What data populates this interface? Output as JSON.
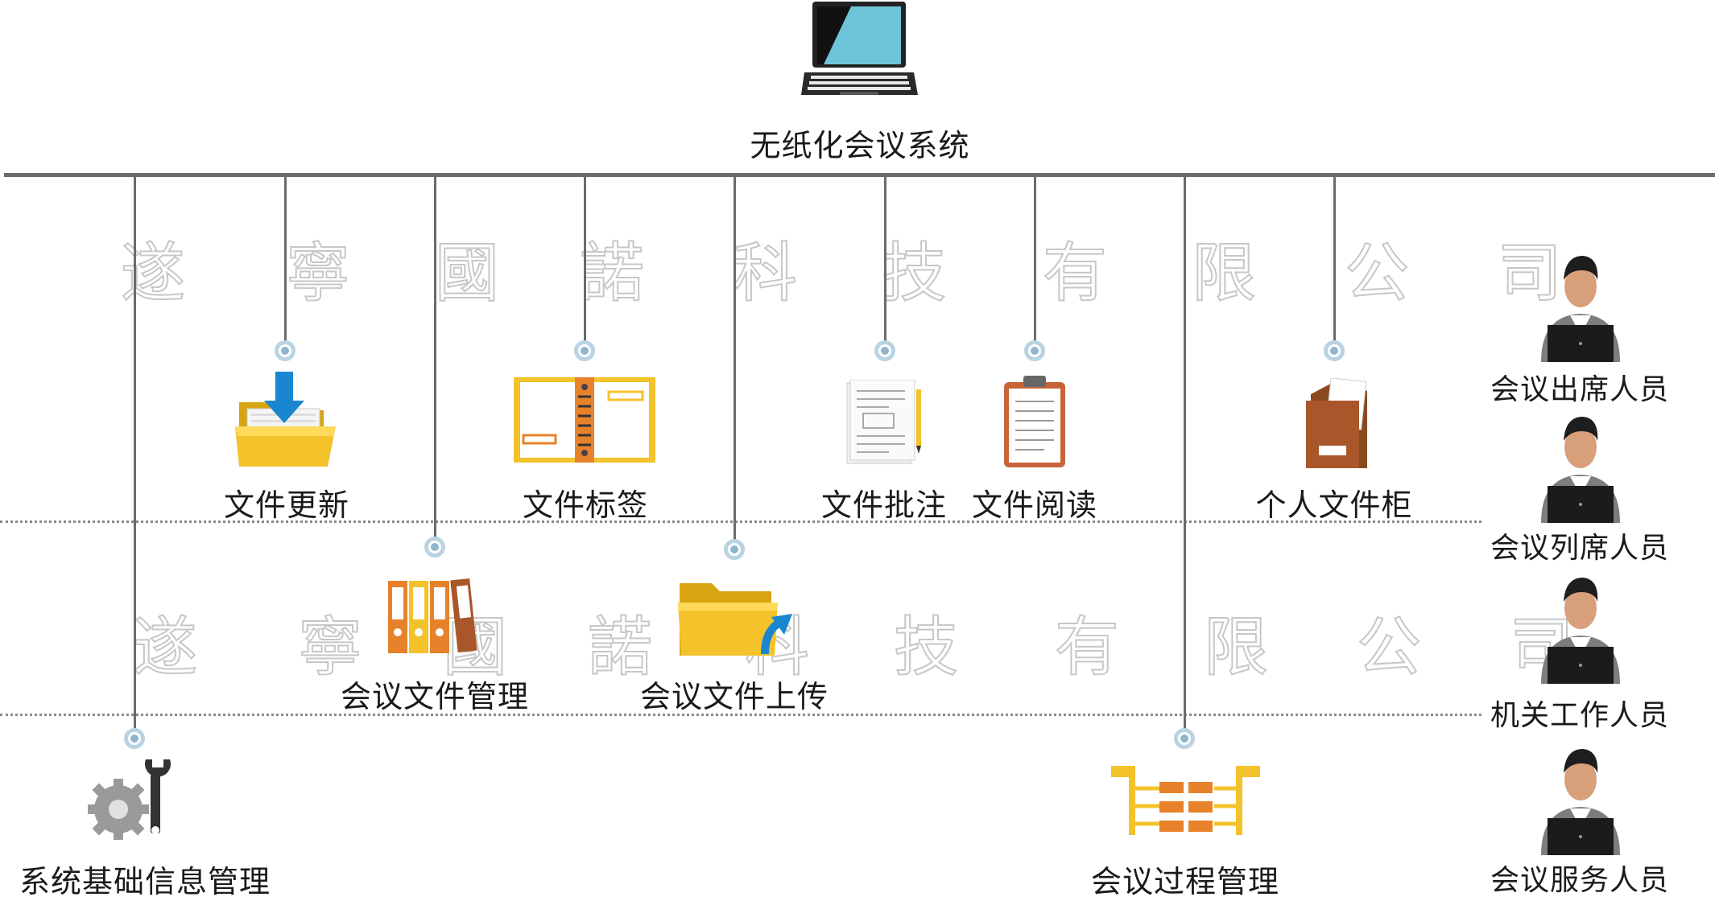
{
  "system": {
    "title": "无纸化会议系统",
    "icon": "laptop-icon"
  },
  "watermark": {
    "row1": [
      "遂",
      "寧",
      "國",
      "諾",
      "科",
      "技",
      "有",
      "限",
      "公",
      "司"
    ],
    "row2": [
      "遂",
      "寧",
      "國",
      "諾",
      "科",
      "技",
      "有",
      "限",
      "公",
      "司"
    ]
  },
  "modules": {
    "file_update": {
      "label": "文件更新",
      "icon": "folder-download-icon"
    },
    "file_tag": {
      "label": "文件标签",
      "icon": "binder-notebook-icon"
    },
    "file_annotate": {
      "label": "文件批注",
      "icon": "document-pencil-icon"
    },
    "file_read": {
      "label": "文件阅读",
      "icon": "clipboard-icon"
    },
    "personal_cabinet": {
      "label": "个人文件柜",
      "icon": "file-cabinet-icon"
    },
    "meeting_file_mgmt": {
      "label": "会议文件管理",
      "icon": "binders-icon"
    },
    "meeting_file_upload": {
      "label": "会议文件上传",
      "icon": "folder-upload-icon"
    },
    "system_info_mgmt": {
      "label": "系统基础信息管理",
      "icon": "gear-wrench-icon"
    },
    "meeting_process_mgmt": {
      "label": "会议过程管理",
      "icon": "process-flow-icon"
    }
  },
  "people": [
    {
      "label": "会议出席人员",
      "icon": "person-laptop-icon"
    },
    {
      "label": "会议列席人员",
      "icon": "person-laptop-icon"
    },
    {
      "label": "机关工作人员",
      "icon": "person-laptop-icon"
    },
    {
      "label": "会议服务人员",
      "icon": "person-laptop-icon"
    }
  ],
  "colors": {
    "line": "#6b6b6b",
    "node_ring": "#b9d3e3",
    "node_core": "#8fb5cc",
    "folder": "#f4c22b",
    "accent_blue": "#1a86d0",
    "screen": "#6ec3d8"
  }
}
